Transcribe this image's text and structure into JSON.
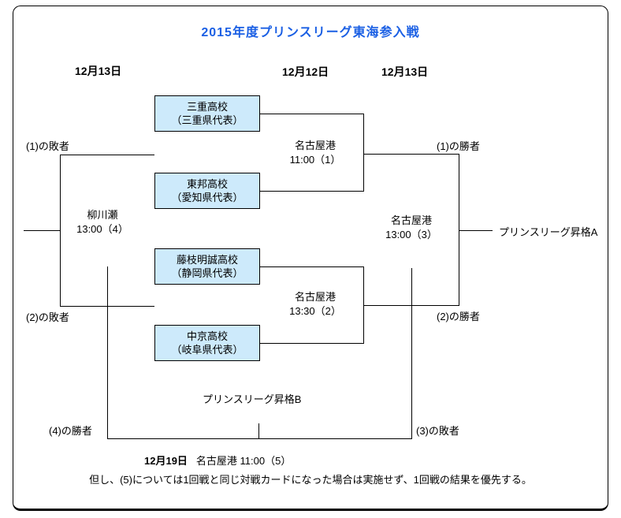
{
  "title": "2015年度プリンスリーグ東海参入戦",
  "colors": {
    "title": "#1a5fe4",
    "team_box_fill": "#cdeafb",
    "line": "#000000"
  },
  "round_dates": {
    "left": "12月13日",
    "center": "12月12日",
    "right": "12月13日"
  },
  "teams": [
    {
      "name": "三重高校",
      "rep": "（三重県代表）"
    },
    {
      "name": "東邦高校",
      "rep": "（愛知県代表）"
    },
    {
      "name": "藤枝明誠高校",
      "rep": "（静岡県代表）"
    },
    {
      "name": "中京高校",
      "rep": "（岐阜県代表）"
    }
  ],
  "matches": [
    {
      "venue": "名古屋港",
      "time": "11:00（1）"
    },
    {
      "venue": "名古屋港",
      "time": "13:30（2）"
    },
    {
      "venue": "名古屋港",
      "time": "13:00（3）"
    },
    {
      "venue": "柳川瀬",
      "time": "13:00（4）"
    }
  ],
  "side_labels": {
    "loser1": "(1)の敗者",
    "loser2": "(2)の敗者",
    "winner1": "(1)の勝者",
    "winner2": "(2)の勝者",
    "winner4": "(4)の勝者",
    "loser3": "(3)の敗者"
  },
  "promotions": {
    "a": "プリンスリーグ昇格A",
    "b": "プリンスリーグ昇格B"
  },
  "final_match": {
    "date": "12月19日",
    "details": "名古屋港 11:00（5）"
  },
  "note": "但し、(5)については1回戦と同じ対戦カードになった場合は実施せず、1回戦の結果を優先する。"
}
